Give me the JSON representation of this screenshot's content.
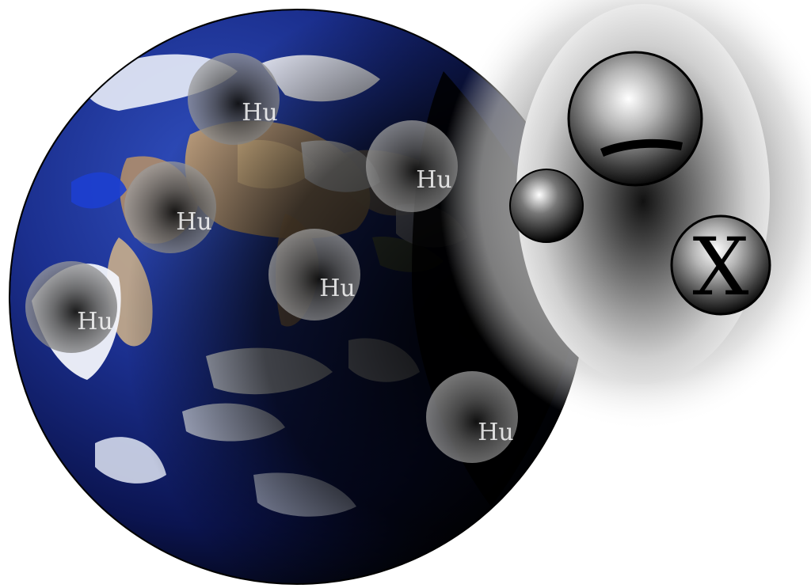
{
  "hu_label": "Hu",
  "x_label": "X",
  "colors": {
    "ocean": "#1b2f8e",
    "deep": "#050712",
    "cloud": "#f2f4fb",
    "land": "#c9a474",
    "background": "#ffffff"
  },
  "icons": [
    "earth-globe",
    "hu-particle",
    "egg-capsule",
    "minus-sphere",
    "x-sphere",
    "small-sphere"
  ]
}
